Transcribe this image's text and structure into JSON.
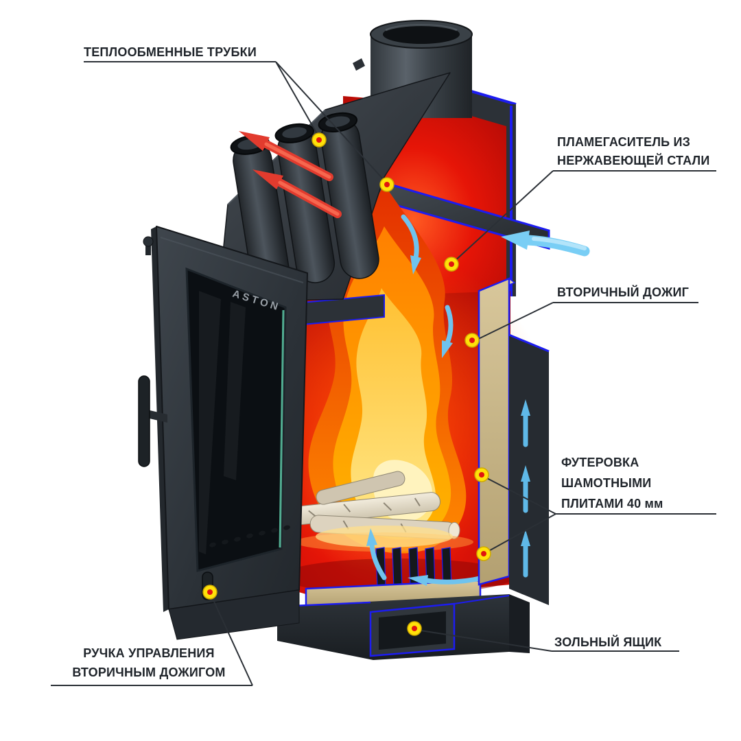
{
  "brand": {
    "logo_text": "ASTON"
  },
  "callouts": {
    "heat_tubes": {
      "lines": [
        "ТЕПЛООБМЕННЫЕ ТРУБКИ"
      ]
    },
    "flame_arrester": {
      "lines": [
        "ПЛАМЕГАСИТЕЛЬ ИЗ",
        "НЕРЖАВЕЮЩЕЙ СТАЛИ"
      ]
    },
    "secondary_burn": {
      "lines": [
        "ВТОРИЧНЫЙ ДОЖИГ"
      ]
    },
    "chamotte_lining": {
      "lines": [
        "ФУТЕРОВКА",
        "ШАМОТНЫМИ",
        "ПЛИТАМИ 40 мм"
      ]
    },
    "ash_box": {
      "lines": [
        "ЗОЛЬНЫЙ ЯЩИК"
      ]
    },
    "air_control_handle": {
      "lines": [
        "РУЧКА УПРАВЛЕНИЯ",
        "ВТОРИЧНЫМ ДОЖИГОМ"
      ]
    }
  },
  "colors": {
    "background": "#ffffff",
    "label_text": "#20252b",
    "callout_line": "#2b3036",
    "marker_yellow": "#ffe10a",
    "marker_red": "#e01510",
    "cut_edge_blue": "#1c1cf0",
    "steel_dark": "#2c3137",
    "fire_red": "#e61507",
    "fire_orange": "#ff6a00",
    "fire_yellow": "#ffd34d",
    "chamotte_tan": "#c7b389",
    "hot_arrow_red": "#e23b2e",
    "cold_arrow_blue": "#79cef5"
  }
}
